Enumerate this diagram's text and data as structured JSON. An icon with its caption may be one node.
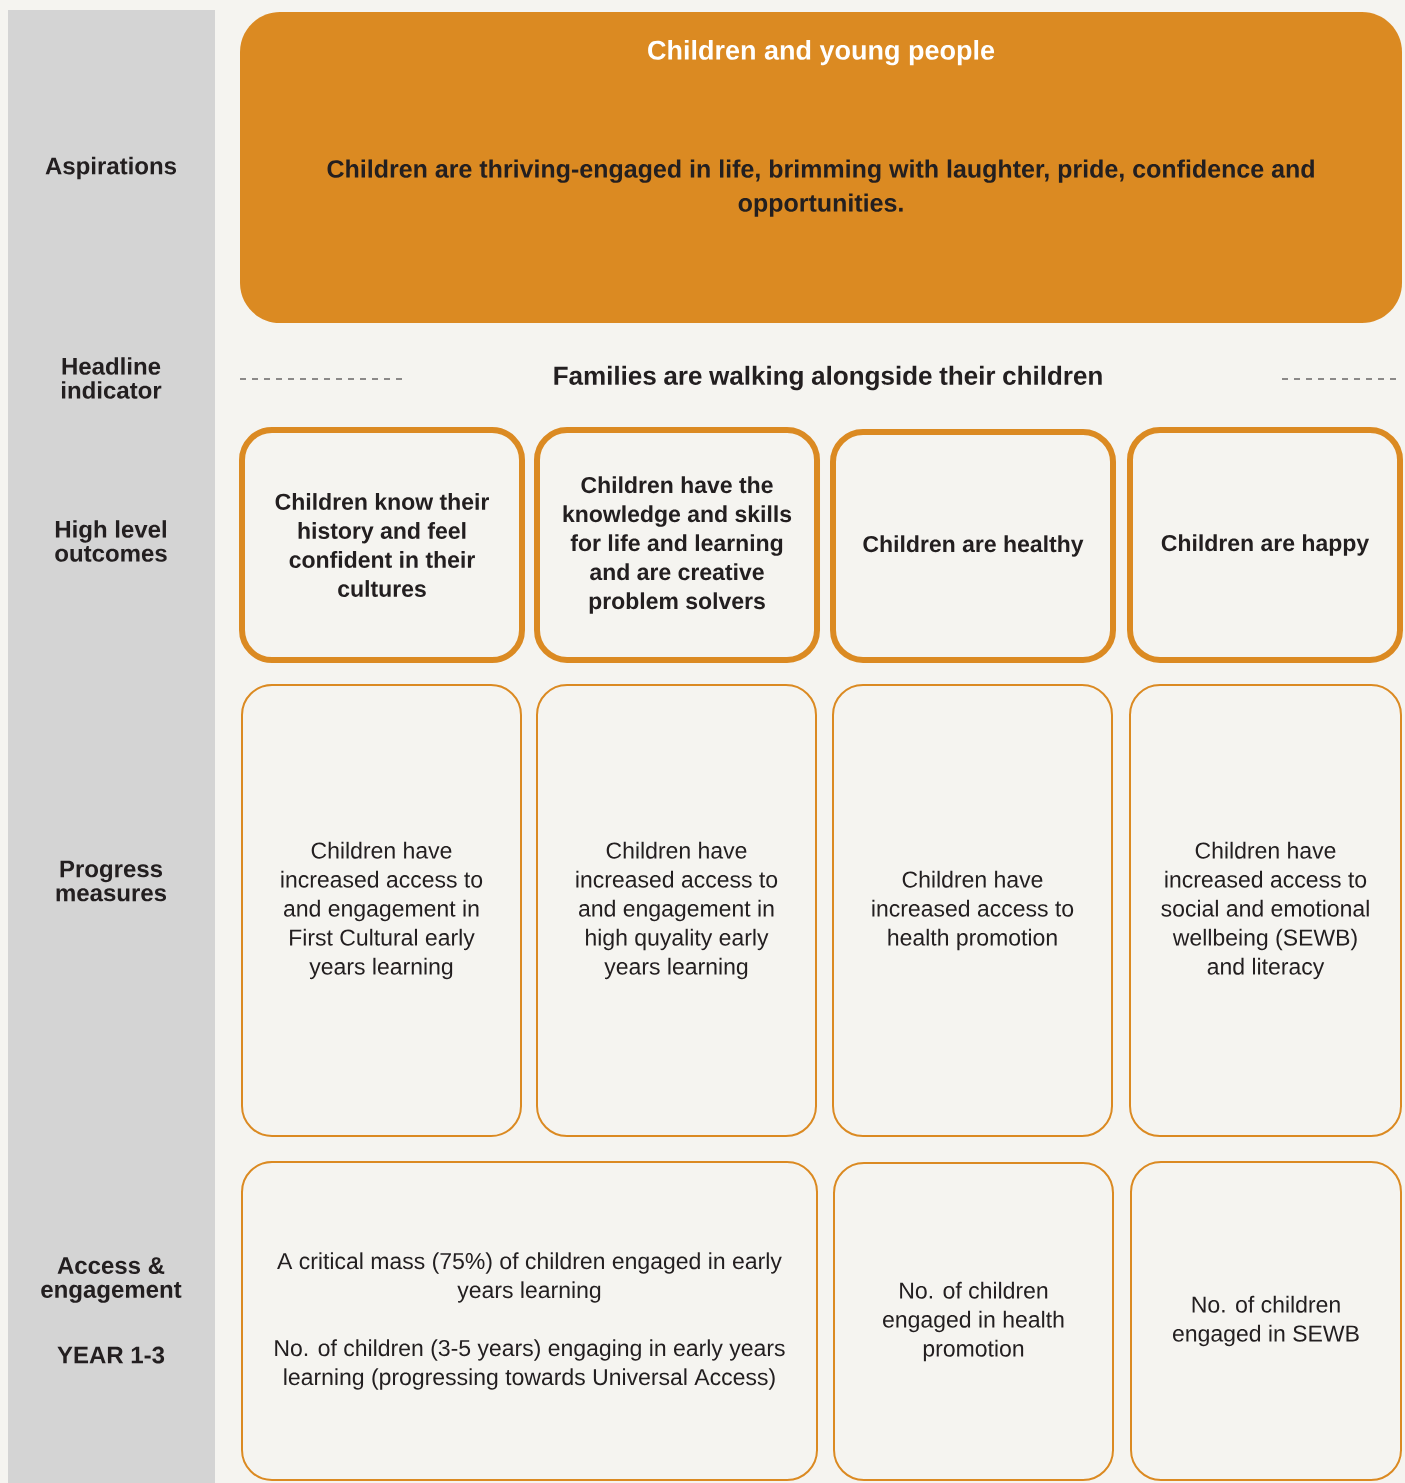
{
  "diagram": {
    "nodes": [
      {
        "text": [
          "Children and young people",
          "Children are thriving-engaged in life, brimming with laughter, pride, confidence and opportunities."
        ]
      },
      {
        "text": [
          "Children know their history and feel confident in their cultures"
        ]
      },
      {
        "text": [
          "Children have the knowledge and skills for life and learning and are creative problem solvers"
        ]
      },
      {
        "text": [
          "Children are healthy"
        ]
      },
      {
        "text": [
          "Children are happy"
        ]
      },
      {
        "text": [
          "Children have increased access to and engagement in First Cultural early years learning"
        ]
      },
      {
        "text": [
          "Children have increased access to and engagement in high quyality early years learning"
        ]
      },
      {
        "text": [
          "Children have increased access to health promotion"
        ]
      },
      {
        "text": [
          "Children have increased access to social and emotional wellbeing (SEWB) and literacy"
        ]
      },
      {
        "text": [
          "A critical mass (75%) of children engaged in early years learning",
          "No. of children (3-5 years) engaging in early years learning (progressing towards Universal Access)"
        ]
      },
      {
        "text": [
          "No. of children engaged in health promotion"
        ]
      },
      {
        "text": [
          "No. of children engaged in SEWB"
        ]
      }
    ],
    "labels": [
      "Aspirations",
      "Headline indicator",
      "Families are walking alongside their children",
      "High level outcomes",
      "Progress measures",
      "Access & engagement",
      "YEAR 1-3"
    ]
  }
}
